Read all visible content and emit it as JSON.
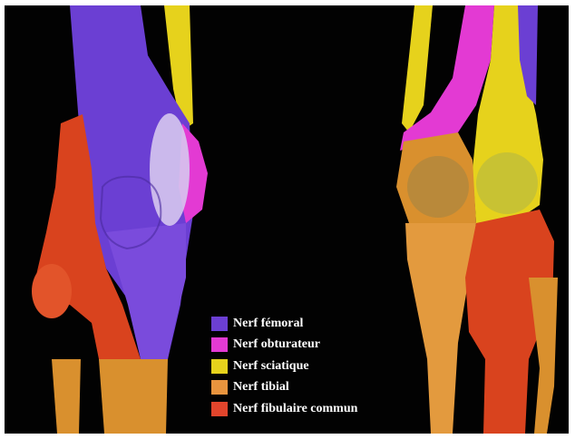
{
  "legend": {
    "items": [
      {
        "label": "Nerf fémoral",
        "color": "#6b3fd3"
      },
      {
        "label": "Nerf obturateur",
        "color": "#e33ad3"
      },
      {
        "label": "Nerf sciatique",
        "color": "#e6d21c"
      },
      {
        "label": "Nerf tibial",
        "color": "#e8943e"
      },
      {
        "label": "Nerf fibulaire commun",
        "color": "#e2452c"
      }
    ]
  },
  "colors": {
    "background": "#020202",
    "frame": "#ffffff",
    "femoral": "#6b3fd3",
    "obturator": "#e33ad3",
    "sciatic": "#e6d21c",
    "tibial": "#e8943e",
    "common_fibular": "#e2452c"
  }
}
